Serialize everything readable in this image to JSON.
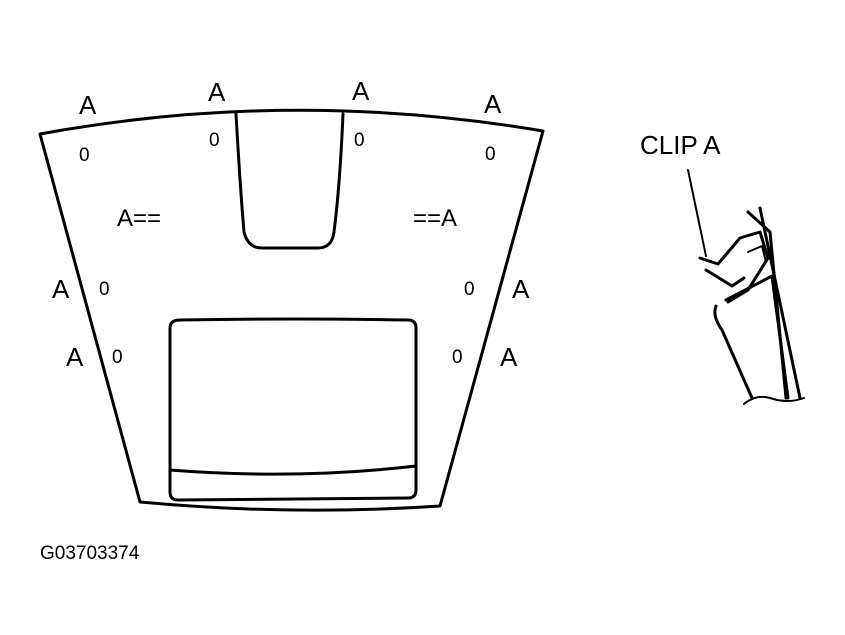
{
  "panel": {
    "clip_label": "A",
    "clip_glyph": "0",
    "side_label_left": "A==",
    "side_label_right": "==A"
  },
  "detail": {
    "label": "CLIP A"
  },
  "figure_code": "G03703374"
}
